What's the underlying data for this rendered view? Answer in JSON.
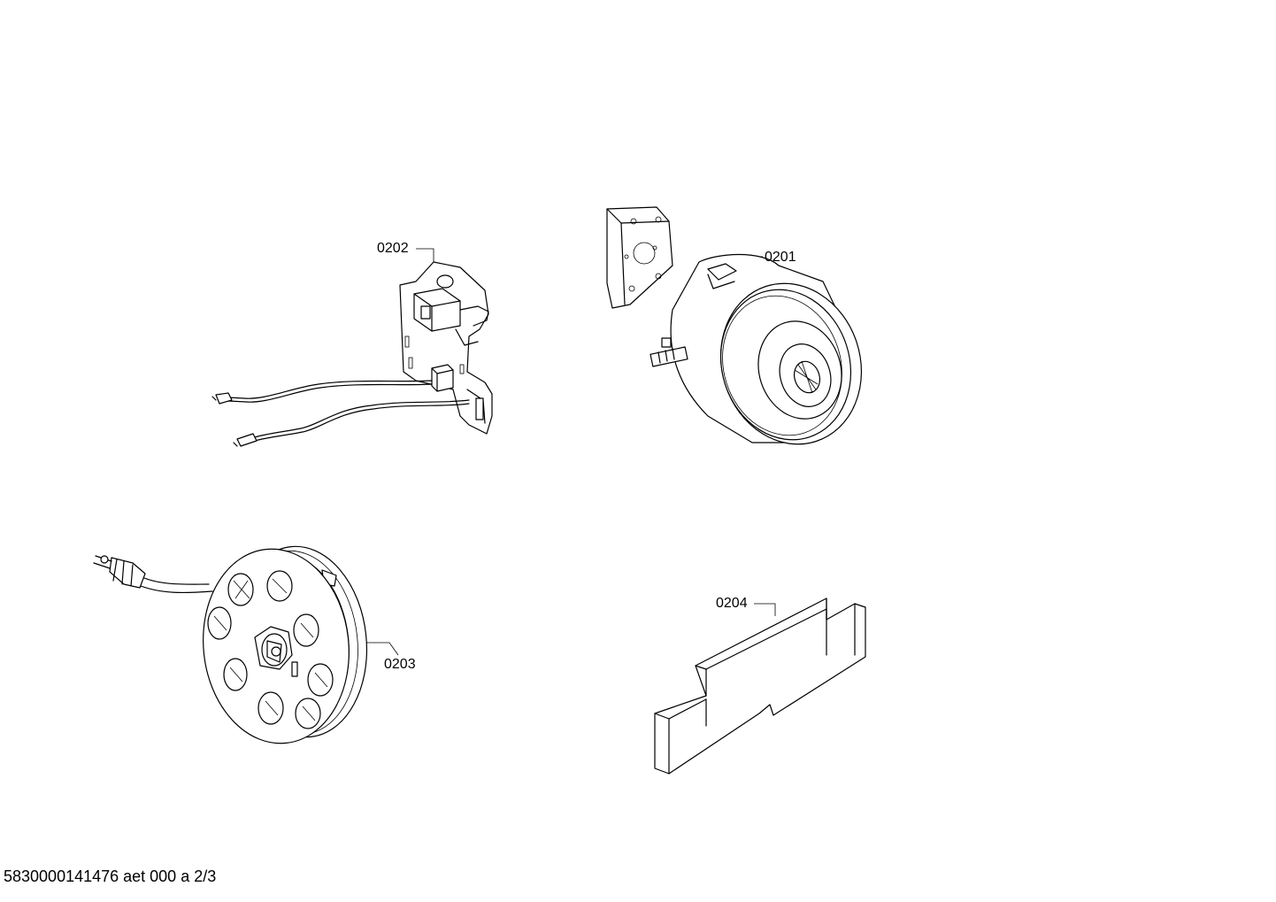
{
  "parts": [
    {
      "id": "motor",
      "label": "0201",
      "icon": "motor-icon"
    },
    {
      "id": "switch",
      "label": "0202",
      "icon": "switch-bracket-icon"
    },
    {
      "id": "cable-reel",
      "label": "0203",
      "icon": "cable-reel-icon"
    },
    {
      "id": "filter",
      "label": "0204",
      "icon": "foam-filter-icon"
    }
  ],
  "footer": {
    "text": "5830000141476 aet 000 a 2/3"
  }
}
